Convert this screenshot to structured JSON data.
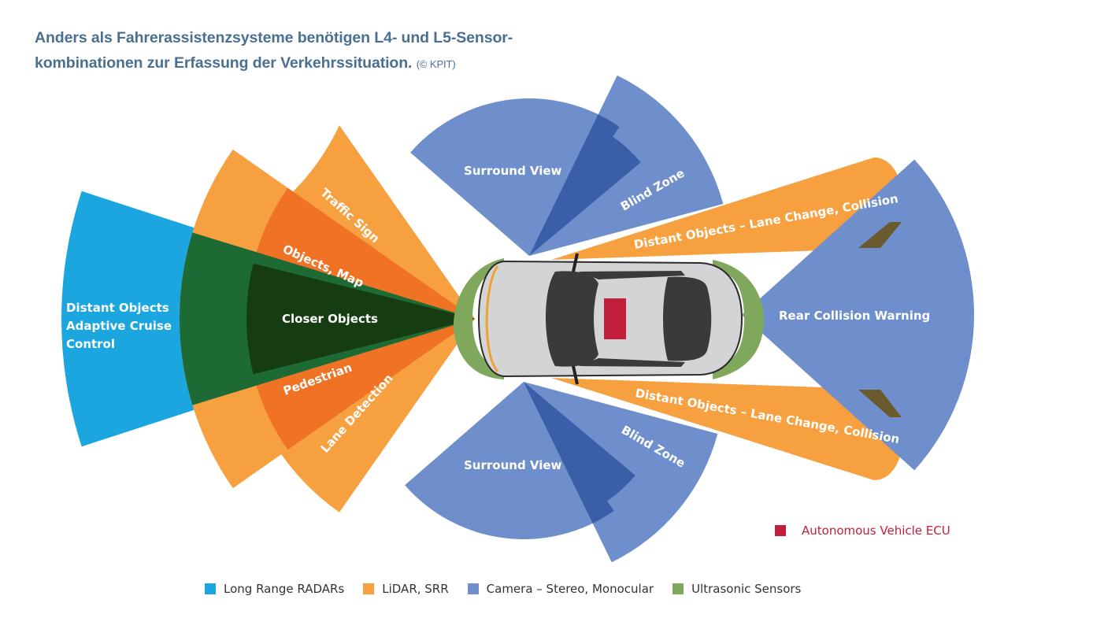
{
  "caption": {
    "text": "Anders als Fahrerassistenzsysteme benötigen L4- und L5-Sensor-kombinationen zur Erfassung der Verkehrssituation.",
    "line1": "Anders als Fahrerassistenzsysteme benötigen L4- und L5-Sensor-",
    "line2": "kombinationen zur Erfassung der Verkehrssituation.",
    "credit": "(© KPIT)"
  },
  "colors": {
    "radar": "#1ba6e0",
    "lidar": "#f7a040",
    "lidar_overlap": "#f07325",
    "camera": "#6e8fcb",
    "camera_overlap": "#3a5fa8",
    "ultrasonic": "#7fa85c",
    "green_overlap": "#1e6a34",
    "dark_green": "#163d12",
    "ecu": "#c21f3a",
    "caption": "#4a6f93"
  },
  "zones": {
    "front_radar": "Distant Objects Adaptive Cruise Control",
    "front_radar_lines": [
      "Distant Objects",
      "Adaptive Cruise",
      "Control"
    ],
    "closer_objects": "Closer Objects",
    "traffic_sign": "Traffic Sign",
    "objects_map": "Objects, Map",
    "pedestrian": "Pedestrian",
    "lane_detection": "Lane Detection",
    "surround_view_top": "Surround View",
    "blind_zone_top": "Blind Zone",
    "surround_view_bottom": "Surround View",
    "blind_zone_bottom": "Blind Zone",
    "lane_change_top": "Distant Objects – Lane Change, Collision",
    "lane_change_bottom": "Distant Objects – Lane Change, Collision",
    "rear_collision": "Rear Collision Warning"
  },
  "legend": [
    {
      "label": "Long Range RADARs",
      "color": "#1ba6e0"
    },
    {
      "label": "LiDAR, SRR",
      "color": "#f7a040"
    },
    {
      "label": "Camera – Stereo, Monocular",
      "color": "#6e8fcb"
    },
    {
      "label": "Ultrasonic Sensors",
      "color": "#7fa85c"
    }
  ],
  "ecu_legend": {
    "label": "Autonomous Vehicle ECU",
    "color": "#c21f3a"
  }
}
